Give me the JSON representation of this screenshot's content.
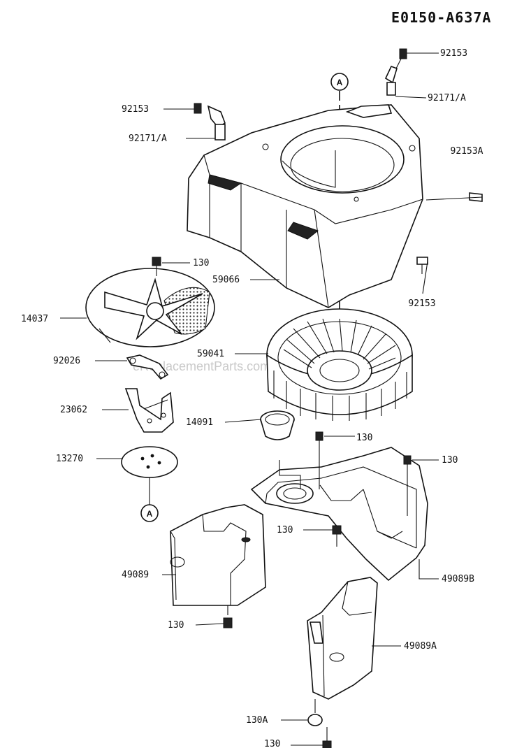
{
  "diagram": {
    "drawing_code": "E0150-A637A",
    "watermark": "eReplacementParts.com",
    "callout_letter": "A",
    "part_labels": {
      "p92153_top": "92153",
      "p92171a_right": "92171/A",
      "p92153_left": "92153",
      "p92171a_left": "92171/A",
      "p92153a": "92153A",
      "p130_screen": "130",
      "p59066": "59066",
      "p92153_lower": "92153",
      "p14037": "14037",
      "p59041": "59041",
      "p92026": "92026",
      "p23062": "23062",
      "p14091": "14091",
      "p130_mid": "130",
      "p130_right": "130",
      "p13270": "13270",
      "p130_center": "130",
      "p49089b": "49089B",
      "p49089": "49089",
      "p130_bottom_left": "130",
      "p49089a": "49089A",
      "p130a": "130A",
      "p130_bottom": "130"
    }
  }
}
